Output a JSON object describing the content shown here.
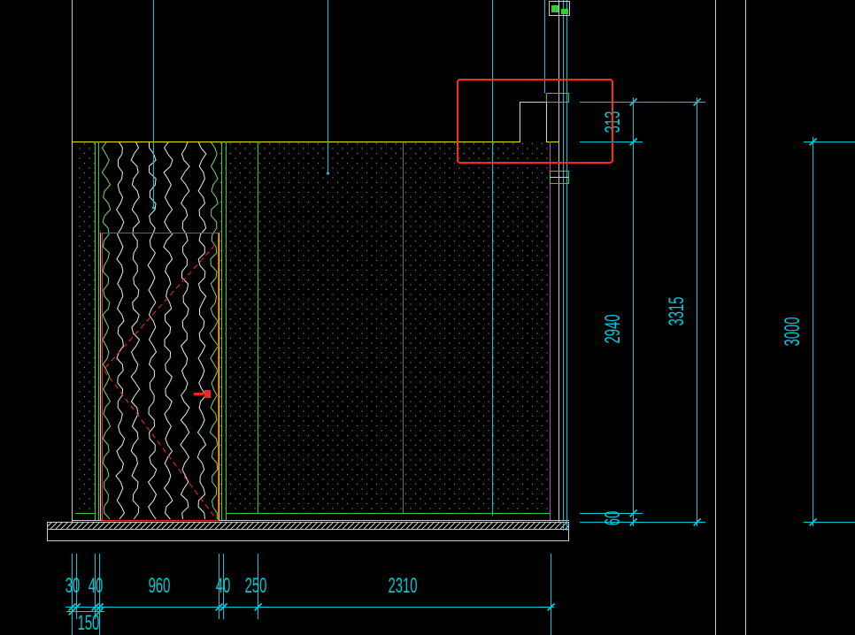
{
  "colors": {
    "background": "#000000",
    "dimension": "#00c8d6",
    "wall_outline": "#e8e800",
    "panel_line": "#2fd02f",
    "structure": "#c8c8c8",
    "door": "#ff2020",
    "highlight": "#ff2a1a",
    "end_line": "#c040c0"
  },
  "right_dimensions": {
    "inner_top": "313",
    "inner_middle": "2940",
    "inner_bottom": "60",
    "outer": "3315",
    "far": "3000"
  },
  "bottom_dimensions": {
    "seg_1": "30",
    "seg_2": "40",
    "seg_3": "960",
    "seg_4": "40",
    "seg_5": "250",
    "seg_6": "2310",
    "sub_total": "150"
  }
}
